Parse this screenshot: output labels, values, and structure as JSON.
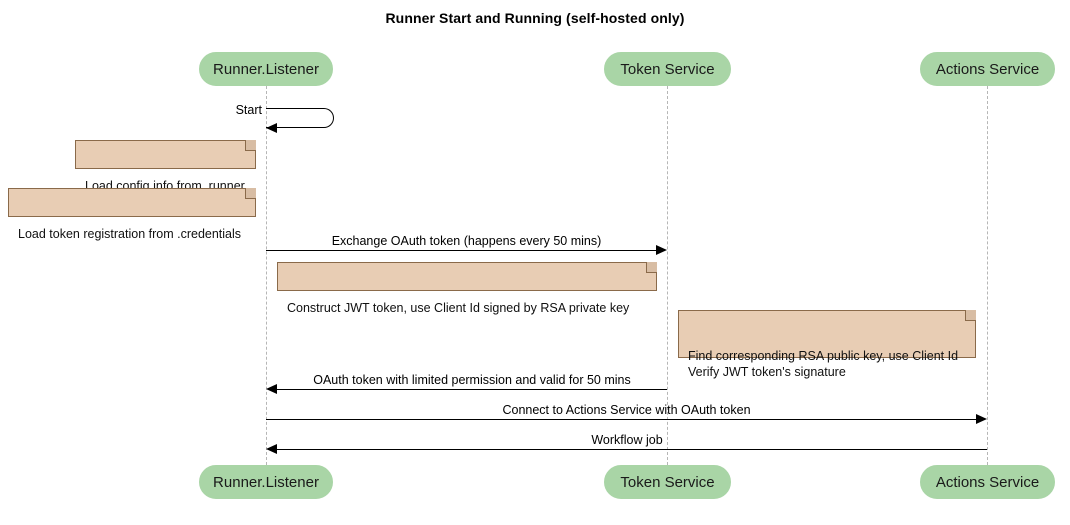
{
  "diagram": {
    "title": "Runner Start and Running (self-hosted only)",
    "type": "sequence-diagram",
    "colors": {
      "participant_fill": "#a9d5a6",
      "note_fill": "#e8cdb4",
      "note_border": "#8a6a4a",
      "lifeline": "#b6b6b6",
      "message_line": "#000000",
      "background": "#ffffff"
    }
  },
  "participants": [
    {
      "id": "runner",
      "label": "Runner.Listener"
    },
    {
      "id": "token",
      "label": "Token Service"
    },
    {
      "id": "actions",
      "label": "Actions Service"
    }
  ],
  "messages": [
    {
      "id": "m1",
      "label": "Start",
      "from": "runner",
      "to": "runner",
      "kind": "self"
    },
    {
      "id": "m2",
      "label": "Exchange OAuth token (happens every 50 mins)",
      "from": "runner",
      "to": "token",
      "kind": "sync",
      "direction": "right"
    },
    {
      "id": "m3",
      "label": "OAuth token with limited permission and valid for 50 mins",
      "from": "token",
      "to": "runner",
      "kind": "return",
      "direction": "left"
    },
    {
      "id": "m4",
      "label": "Connect to Actions Service with OAuth token",
      "from": "runner",
      "to": "actions",
      "kind": "sync",
      "direction": "right"
    },
    {
      "id": "m5",
      "label": "Workflow job",
      "from": "actions",
      "to": "runner",
      "kind": "return",
      "direction": "left"
    }
  ],
  "notes": [
    {
      "id": "n1",
      "text": "Load config info from .runner",
      "attached_to": "runner",
      "side": "left"
    },
    {
      "id": "n2",
      "text": "Load token registration from .credentials",
      "attached_to": "runner",
      "side": "left"
    },
    {
      "id": "n3",
      "text": "Construct JWT token, use Client Id signed by RSA private key",
      "attached_to": "runner",
      "side": "right"
    },
    {
      "id": "n4",
      "text": "Find corresponding RSA public key, use Client Id\nVerify JWT token's signature",
      "attached_to": "token",
      "side": "right"
    }
  ]
}
